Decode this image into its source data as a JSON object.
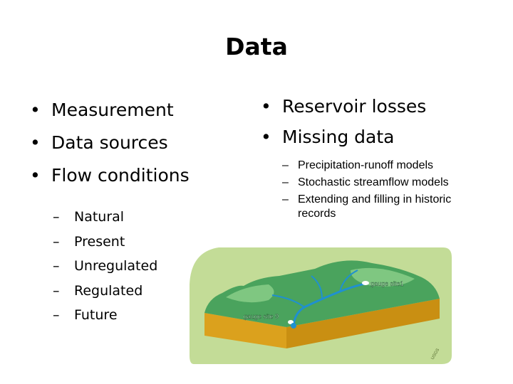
{
  "title": "Data",
  "left_bullets": [
    "Measurement",
    "Data sources",
    "Flow conditions"
  ],
  "left_sub": [
    "Natural",
    "Present",
    "Unregulated",
    "Regulated",
    "Future"
  ],
  "right_bullets": [
    "Reservoir losses",
    "Missing data"
  ],
  "right_sub": [
    "Precipitation-runoff models",
    "Stochastic streamflow models",
    "Extending and filling in historic records"
  ],
  "figure": {
    "label_site1": "gauge site1",
    "label_site9": "gauge site 9",
    "stamp": "USGS",
    "colors": {
      "terrain": "#4aa35d",
      "terrain_light": "#7fc781",
      "soil": "#dba11d",
      "backdrop": "#c3dc97",
      "river": "#1f90d0"
    }
  }
}
